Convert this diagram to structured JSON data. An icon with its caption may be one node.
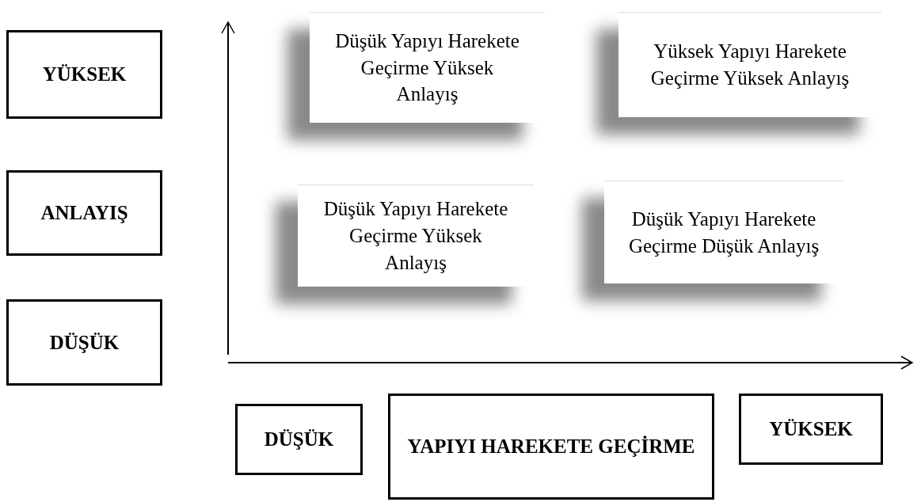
{
  "diagram": {
    "nodes": [
      {
        "text": [
          "YÜKSEK"
        ]
      },
      {
        "text": [
          "ANLAYIŞ"
        ]
      },
      {
        "text": [
          "DÜŞÜK"
        ]
      },
      {
        "text": [
          "Düşük Yapıyı Harekete Geçirme Yüksek Anlayış"
        ]
      },
      {
        "text": [
          "Yüksek Yapıyı Harekete Geçirme Yüksek Anlayış"
        ]
      },
      {
        "text": [
          "Düşük Yapıyı Harekete Geçirme Yüksek Anlayış"
        ]
      },
      {
        "text": [
          "Düşük Yapıyı Harekete Geçirme Düşük Anlayış"
        ]
      },
      {
        "text": [
          "DÜŞÜK"
        ]
      },
      {
        "text": [
          "YAPIYI HAREKETE GEÇİRME"
        ]
      },
      {
        "text": [
          "YÜKSEK"
        ]
      }
    ],
    "edges": []
  }
}
